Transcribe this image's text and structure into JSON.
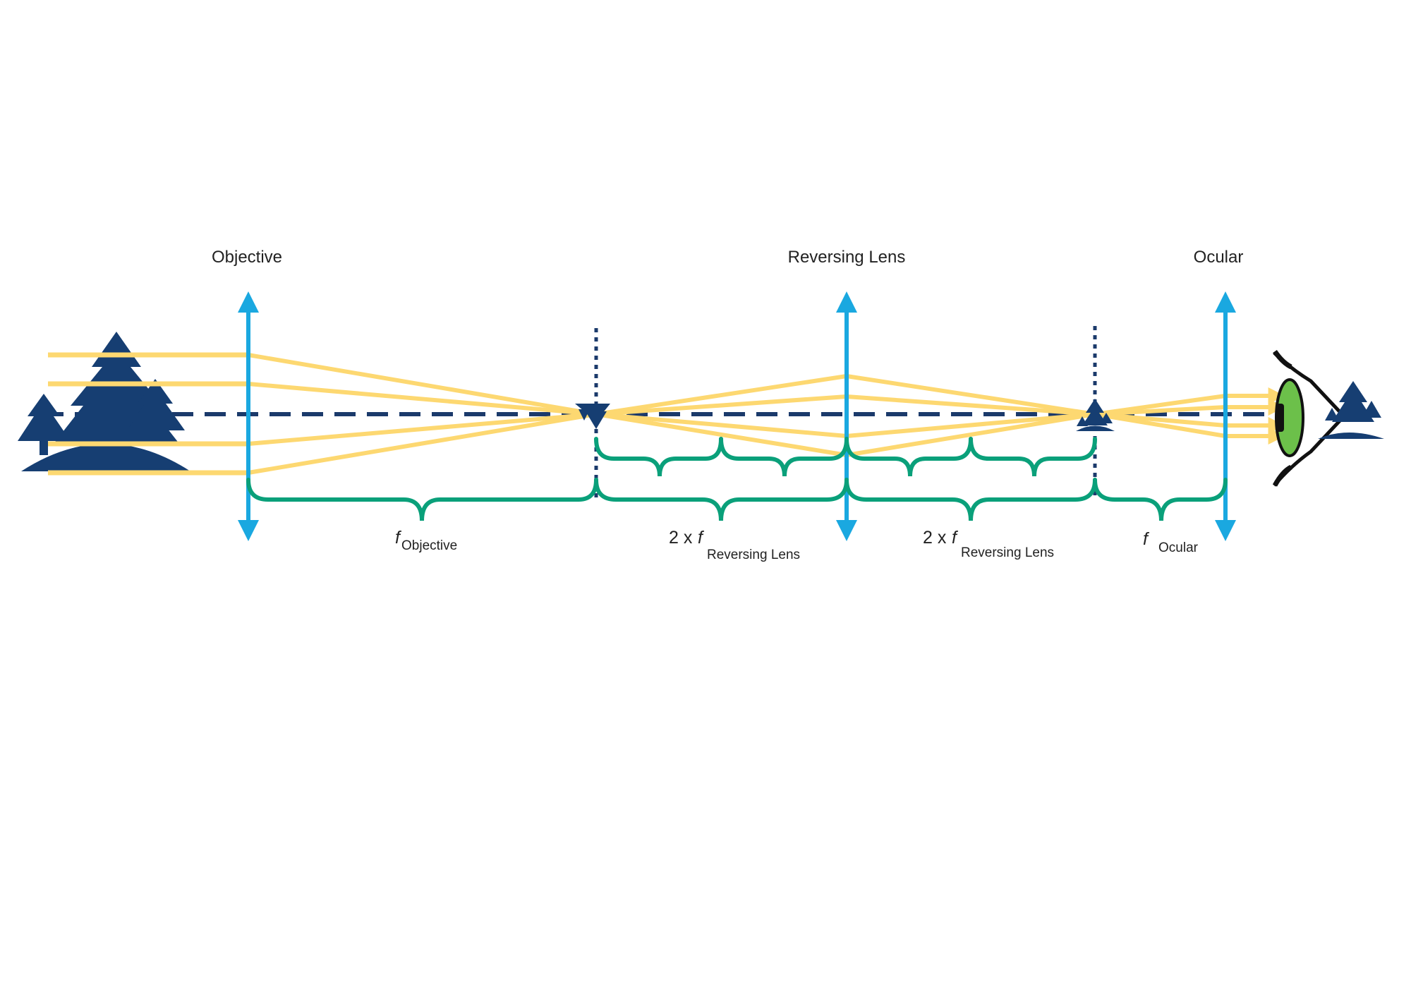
{
  "lenses": {
    "objective": "Objective",
    "reversing": "Reversing Lens",
    "ocular": "Ocular"
  },
  "distances": {
    "objective": {
      "prefix": "",
      "symbol": "f",
      "subscript": "Objective"
    },
    "reversing_1": {
      "prefix": "2 x ",
      "symbol": "f",
      "subscript": "Reversing Lens"
    },
    "reversing_2": {
      "prefix": "2 x ",
      "symbol": "f",
      "subscript": "Reversing Lens"
    },
    "ocular": {
      "prefix": "",
      "symbol": "f",
      "subscript": "Ocular"
    }
  },
  "colors": {
    "lens": "#1aa8e0",
    "ray": "#fdd871",
    "axis": "#1b3a6b",
    "brace": "#0aa07a",
    "tree": "#163e72",
    "eye_iris": "#6cc04a"
  }
}
